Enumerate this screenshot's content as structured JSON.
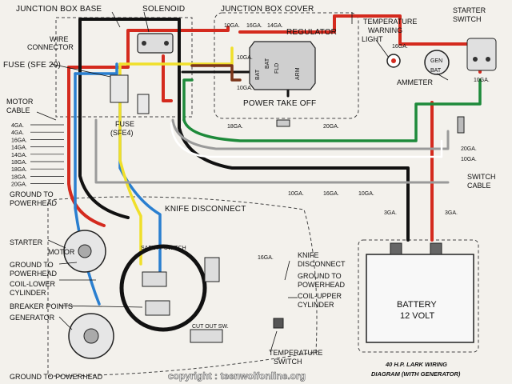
{
  "colors": {
    "red": "#d42a1e",
    "black": "#111111",
    "blue": "#2a7fd0",
    "green": "#1d8a3a",
    "yellow": "#f0df2a",
    "brown": "#7a3418",
    "gray": "#9a9a9a",
    "white": "#ffffff",
    "background": "#f3f1ec"
  },
  "labels": {
    "junction_box_base": "JUNCTION BOX BASE",
    "solenoid": "SOLENOID",
    "wire_connector_1": "WIRE",
    "wire_connector_2": "CONNECTOR",
    "fuse_sfe20": "FUSE (SFE 20)",
    "motor_cable_1": "MOTOR",
    "motor_cable_2": "CABLE",
    "fuse_sfe4_1": "FUSE",
    "fuse_sfe4_2": "(SFE4)",
    "junction_box_cover": "JUNCTION BOX COVER",
    "regulator": "REGULATOR",
    "power_take_off": "POWER TAKE OFF",
    "temp_warning_1": "TEMPERATURE",
    "temp_warning_2": "WARNING",
    "temp_warning_3": "LIGHT",
    "starter_switch_1": "STARTER",
    "starter_switch_2": "SWITCH",
    "ammeter": "AMMETER",
    "switch_cable_1": "SWITCH",
    "switch_cable_2": "CABLE",
    "ground_powerhead_1": "GROUND TO",
    "ground_powerhead_2": "POWERHEAD",
    "knife_disconnect": "KNIFE DISCONNECT",
    "safety_switch": "SAFETY SWITCH",
    "starter_motor_1": "STARTER",
    "starter_motor_2": "MOTOR",
    "ground_powerhead_3": "GROUND TO",
    "ground_powerhead_4": "POWERHEAD",
    "coil_lower_1": "COIL-LOWER",
    "coil_lower_2": "CYLINDER",
    "breaker_points": "BREAKER POINTS",
    "generator": "GENERATOR",
    "ground_powerhead_bottom": "GROUND TO POWERHEAD",
    "knife_disconnect_r1": "KNIFE",
    "knife_disconnect_r2": "DISCONNECT",
    "ground_powerhead_r1": "GROUND TO",
    "ground_powerhead_r2": "POWERHEAD",
    "coil_upper_1": "COIL-UPPER",
    "coil_upper_2": "CYLINDER",
    "cut_out_sw": "CUT OUT SW.",
    "temp_switch_1": "TEMPERATURE",
    "temp_switch_2": "SWITCH",
    "battery_1": "BATTERY",
    "battery_2": "12 VOLT",
    "diagram_title_1": "40 H.P. LARK WIRING",
    "diagram_title_2": "DIAGRAM (WITH GENERATOR)",
    "watermark": "copyright : teenwolfonline.org"
  },
  "gauges": {
    "g10_a": "10GA.",
    "g16_a": "16GA.",
    "g14_a": "14GA.",
    "g10_b": "10GA.",
    "g10_c": "10GA.",
    "g16_temp": "16GA.",
    "g10_amm": "10GA.",
    "g18_mid": "18GA.",
    "g20_mid": "20GA.",
    "g20_right": "20GA.",
    "g10_right": "10GA.",
    "g10_bot_a": "10GA.",
    "g16_bot": "16GA.",
    "g10_bot_b": "10GA.",
    "g3_a": "3GA.",
    "g3_b": "3GA.",
    "g16_switch": "16GA.",
    "left_list": [
      "4GA.",
      "4GA.",
      "16GA.",
      "14GA.",
      "14GA.",
      "18GA.",
      "18GA.",
      "18GA.",
      "20GA."
    ]
  },
  "regulator_terminals": {
    "bat_top": "BAT",
    "fld": "FLD",
    "arm": "ARM",
    "bat_side": "BAT"
  },
  "ammeter_terminals": {
    "gen": "GEN",
    "bat": "BAT"
  }
}
